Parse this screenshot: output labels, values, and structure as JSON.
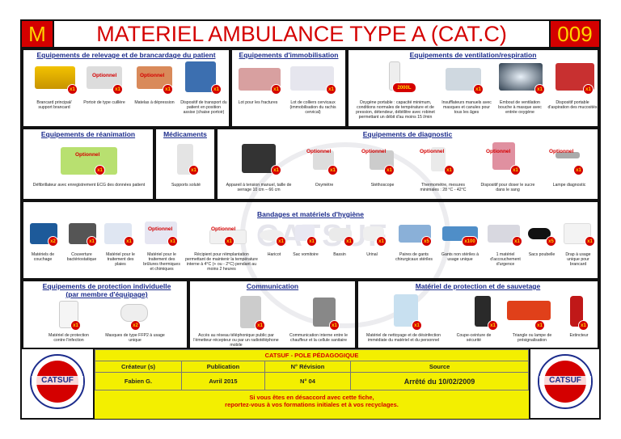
{
  "header": {
    "letter": "M",
    "title": "MATERIEL AMBULANCE TYPE A (CAT.C)",
    "number": "009"
  },
  "watermark": "CATSUF",
  "sections": {
    "relevage": {
      "title": "Equipements de relevage et de brancardage du patient",
      "items": [
        {
          "caption": "Brancard principal/ support brancard",
          "badge": "x1",
          "optional": ""
        },
        {
          "caption": "Portoir de type cuillère",
          "badge": "x1",
          "optional": "Optionnel"
        },
        {
          "caption": "Matelas à dépression",
          "badge": "x1",
          "optional": "Optionnel"
        },
        {
          "caption": "Dispositif de transport du patient en position assise (chaise portoir)",
          "badge": "x1",
          "optional": ""
        }
      ]
    },
    "immobilisation": {
      "title": "Equipements d'immobilisation",
      "items": [
        {
          "caption": "Lot pour les fractures",
          "badge": "x1"
        },
        {
          "caption": "Lot de colliers cervicaux (immobilisation du rachis cervical)",
          "badge": "x1"
        }
      ]
    },
    "ventilation": {
      "title": "Equipements de ventilation/respiration",
      "items": [
        {
          "caption": "Oxygène portable : capacité minimum, conditions normales de température et de pression, détendeur, débitlitre avec robinet permettant un débit d'au moins 15 l/min",
          "badge": "2000L"
        },
        {
          "caption": "Insufflateurs manuels avec masques et canules pour tous les âges",
          "badge": "x1"
        },
        {
          "caption": "Embout de ventilation bouche à masque avec entrée oxygène",
          "badge": "x1"
        },
        {
          "caption": "Dispositif portable d'aspiration des mucosités",
          "badge": "x1"
        }
      ]
    },
    "reanimation": {
      "title": "Equipements de réanimation",
      "items": [
        {
          "caption": "Défibrillateur avec enregistrement ECG des données patient",
          "badge": "x1",
          "optional": "Optionnel"
        }
      ]
    },
    "medicaments": {
      "title": "Médicaments",
      "items": [
        {
          "caption": "Supports soluté",
          "badge": "x1"
        }
      ]
    },
    "diagnostic": {
      "title": "Equipements de diagnostic",
      "items": [
        {
          "caption": "Appareil à tension manuel, taille de serrage 10 cm – 66 cm",
          "badge": "x1",
          "optional": ""
        },
        {
          "caption": "Oxymètre",
          "badge": "x1",
          "optional": "Optionnel"
        },
        {
          "caption": "Stéthoscope",
          "badge": "x1",
          "optional": "Optionnel"
        },
        {
          "caption": "Thermomètre, mesures minimales : 28 °C - 42°C",
          "badge": "x1",
          "optional": "Optionnel"
        },
        {
          "caption": "Dispositif pour doser le sucre dans le sang",
          "badge": "x1",
          "optional": "Optionnel"
        },
        {
          "caption": "Lampe diagnostic",
          "badge": "x1",
          "optional": "Optionnel"
        }
      ]
    },
    "bandages": {
      "title": "Bandages et matériels d'hygiène",
      "items": [
        {
          "caption": "Matériels de couchage",
          "badge": "x2",
          "optional": ""
        },
        {
          "caption": "Couverture bactériostatique",
          "badge": "x1",
          "optional": ""
        },
        {
          "caption": "Matériel pour le traitement des plaies",
          "badge": "x1",
          "optional": ""
        },
        {
          "caption": "Matériel pour le traitement des brûlures thermiques et chimiques",
          "badge": "x1",
          "optional": "Optionnel"
        },
        {
          "caption": "Récipient pour réimplantation permettant de maintenir la température interne à 4°C (+ ou - 2°C) pendant au moins 2 heures",
          "badge": "x1",
          "optional": "Optionnel"
        },
        {
          "caption": "Haricot",
          "badge": "x1",
          "optional": ""
        },
        {
          "caption": "Sac vomitoire",
          "badge": "x1",
          "optional": ""
        },
        {
          "caption": "Bassin",
          "badge": "x1",
          "optional": ""
        },
        {
          "caption": "Urinal",
          "badge": "x1",
          "optional": ""
        },
        {
          "caption": "Paires de gants chirurgicaux stériles",
          "badge": "x5",
          "optional": ""
        },
        {
          "caption": "Gants non stériles à usage unique",
          "badge": "x100",
          "optional": ""
        },
        {
          "caption": "1 matériel d'accouchement d'urgence",
          "badge": "x1",
          "optional": ""
        },
        {
          "caption": "Sacs poubelle",
          "badge": "x5",
          "optional": ""
        },
        {
          "caption": "Drap à usage unique pour brancard",
          "badge": "x1",
          "optional": ""
        }
      ]
    },
    "protection_ind": {
      "title": "Equipements de protection individuelle (par membre d'équipage)",
      "items": [
        {
          "caption": "Matériel de protection contre l'infection",
          "badge": "x1"
        },
        {
          "caption": "Masques de type FFP2 à usage unique",
          "badge": "x2"
        }
      ]
    },
    "communication": {
      "title": "Communication",
      "items": [
        {
          "caption": "Accès au réseau téléphonique public par l'émetteur-récepteur ou par un radiotéléphone mobile",
          "badge": "x1"
        },
        {
          "caption": "Communication interne entre le chauffeur et la cellule sanitaire",
          "badge": "x1"
        }
      ]
    },
    "sauvetage": {
      "title": "Matériel de protection et de sauvetage",
      "items": [
        {
          "caption": "Matériel de nettoyage et de désinfection immédiate du matériel et du personnel",
          "badge": "x1"
        },
        {
          "caption": "Coupe-ceinture de sécurité",
          "badge": "x1"
        },
        {
          "caption": "Triangle ou lampe de présignalisation",
          "badge": "x1"
        },
        {
          "caption": "Extincteur",
          "badge": "x1"
        }
      ]
    }
  },
  "footer": {
    "title": "CATSUF - POLE PÉDAGOGIQUE",
    "headers": [
      "Créateur (s)",
      "Publication",
      "N° Révision",
      "Source"
    ],
    "values": [
      "Fabien G.",
      "Avril 2015",
      "N° 04",
      "Arrêté du 10/02/2009"
    ],
    "note1": "Si vous êtes en désaccord avec cette fiche,",
    "note2": "reportez-vous à vos formations initiales et à vos recyclages.",
    "logo_text": "CATSUF"
  },
  "colors": {
    "red": "#d40000",
    "yellow": "#ffd400",
    "blue": "#1c2c8c",
    "footer": "#f3ef00"
  }
}
